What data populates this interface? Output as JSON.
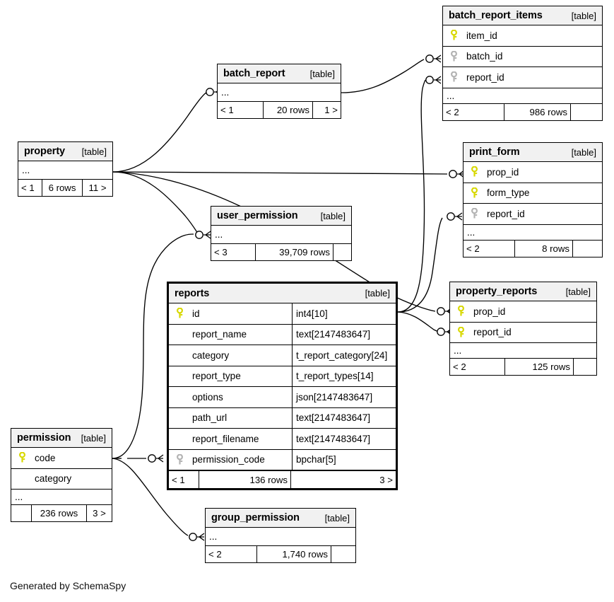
{
  "footer_note": "Generated by SchemaSpy",
  "table_tag": "[table]",
  "ellipsis": "...",
  "colors": {
    "pk_key": "#d8d800",
    "fk_key": "#b3b3b3",
    "header_bg": "#f1f1f1",
    "border": "#000000"
  },
  "tables": {
    "batch_report_items": {
      "name": "batch_report_items",
      "tag": "[table]",
      "columns": [
        {
          "key": "pk",
          "name": "item_id",
          "type": ""
        },
        {
          "key": "fk",
          "name": "batch_id",
          "type": ""
        },
        {
          "key": "fk",
          "name": "report_id",
          "type": ""
        }
      ],
      "footer": {
        "left": "< 2",
        "mid": "986 rows",
        "right": ""
      }
    },
    "batch_report": {
      "name": "batch_report",
      "tag": "[table]",
      "columns": [],
      "footer": {
        "left": "< 1",
        "mid": "20 rows",
        "right": "1 >"
      }
    },
    "property": {
      "name": "property",
      "tag": "[table]",
      "columns": [],
      "footer": {
        "left": "< 1",
        "mid": "6 rows",
        "right": "11 >"
      }
    },
    "print_form": {
      "name": "print_form",
      "tag": "[table]",
      "columns": [
        {
          "key": "pk",
          "name": "prop_id",
          "type": ""
        },
        {
          "key": "pk",
          "name": "form_type",
          "type": ""
        },
        {
          "key": "fk",
          "name": "report_id",
          "type": ""
        }
      ],
      "footer": {
        "left": "< 2",
        "mid": "8 rows",
        "right": ""
      }
    },
    "user_permission": {
      "name": "user_permission",
      "tag": "[table]",
      "columns": [],
      "footer": {
        "left": "< 3",
        "mid": "39,709 rows",
        "right": ""
      }
    },
    "reports": {
      "name": "reports",
      "tag": "[table]",
      "focal": true,
      "columns": [
        {
          "key": "pk",
          "name": "id",
          "type": "int4[10]"
        },
        {
          "key": "none",
          "name": "report_name",
          "type": "text[2147483647]"
        },
        {
          "key": "none",
          "name": "category",
          "type": "t_report_category[24]"
        },
        {
          "key": "none",
          "name": "report_type",
          "type": "t_report_types[14]"
        },
        {
          "key": "none",
          "name": "options",
          "type": "json[2147483647]"
        },
        {
          "key": "none",
          "name": "path_url",
          "type": "text[2147483647]"
        },
        {
          "key": "none",
          "name": "report_filename",
          "type": "text[2147483647]"
        },
        {
          "key": "fk",
          "name": "permission_code",
          "type": "bpchar[5]"
        }
      ],
      "footer": {
        "left": "< 1",
        "mid": "136 rows",
        "right": "3 >"
      }
    },
    "property_reports": {
      "name": "property_reports",
      "tag": "[table]",
      "columns": [
        {
          "key": "pk",
          "name": "prop_id",
          "type": ""
        },
        {
          "key": "pk",
          "name": "report_id",
          "type": ""
        }
      ],
      "footer": {
        "left": "< 2",
        "mid": "125 rows",
        "right": ""
      }
    },
    "permission": {
      "name": "permission",
      "tag": "[table]",
      "columns": [
        {
          "key": "pk",
          "name": "code",
          "type": ""
        },
        {
          "key": "none",
          "name": "category",
          "type": ""
        }
      ],
      "footer": {
        "left": "",
        "mid": "236 rows",
        "right": "3 >"
      }
    },
    "group_permission": {
      "name": "group_permission",
      "tag": "[table]",
      "columns": [],
      "footer": {
        "left": "< 2",
        "mid": "1,740 rows",
        "right": ""
      }
    }
  },
  "relationships": [
    {
      "from": "property",
      "to": "batch_report"
    },
    {
      "from": "property",
      "to": "print_form.prop_id"
    },
    {
      "from": "property",
      "to": "property_reports.prop_id"
    },
    {
      "from": "property",
      "to": "user_permission"
    },
    {
      "from": "batch_report",
      "to": "batch_report_items.batch_id"
    },
    {
      "from": "reports.id",
      "to": "batch_report_items.report_id"
    },
    {
      "from": "reports.id",
      "to": "print_form.report_id"
    },
    {
      "from": "reports.id",
      "to": "property_reports.report_id"
    },
    {
      "from": "permission.code",
      "to": "user_permission"
    },
    {
      "from": "permission.code",
      "to": "reports.permission_code"
    },
    {
      "from": "permission.code",
      "to": "group_permission"
    }
  ]
}
